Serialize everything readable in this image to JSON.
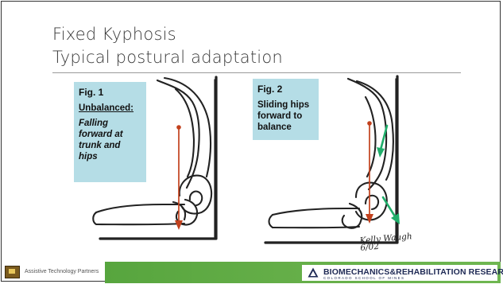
{
  "slide": {
    "title_line1": "Fixed Kyphosis",
    "title_line2": "Typical postural adaptation"
  },
  "figure1": {
    "title": "Fig. 1",
    "heading": "Unbalanced:",
    "description": "Falling forward at trunk and hips",
    "arrow_color": "#c2411d"
  },
  "figure2": {
    "title": "Fig. 2",
    "description": "Sliding hips forward to balance",
    "arrow_color": "#c2411d",
    "motion_arrow_color": "#1fae6a"
  },
  "signature": {
    "line1": "Kelly Waugh",
    "line2": "6/02"
  },
  "footer": {
    "left_org": "Assistive Technology Partners",
    "right_title": "BIOMECHANICS&REHABILITATION RESEARCH",
    "right_subtitle": "COLORADO SCHOOL OF MINES",
    "green_color": "#61ab45",
    "navy_color": "#1f2a55"
  }
}
